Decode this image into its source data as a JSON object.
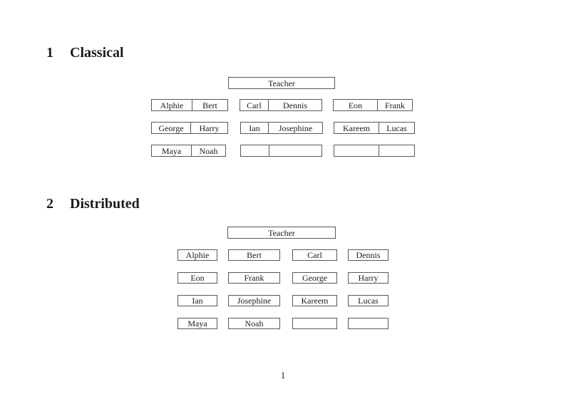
{
  "colors": {
    "page-bg": "#ffffff",
    "border": "#585858",
    "text": "#1b1b1b"
  },
  "sections": [
    {
      "heading_number": "1",
      "heading_title": "Classical",
      "teacher_label": "Teacher",
      "desks": [
        [
          [
            "Alphie",
            "Bert"
          ],
          [
            "Carl",
            "Dennis"
          ],
          [
            "Eon",
            "Frank"
          ]
        ],
        [
          [
            "George",
            "Harry"
          ],
          [
            "Ian",
            "Josephine"
          ],
          [
            "Kareem",
            "Lucas"
          ]
        ],
        [
          [
            "Maya",
            "Noah"
          ],
          [
            "",
            ""
          ],
          [
            "",
            ""
          ]
        ]
      ]
    },
    {
      "heading_number": "2",
      "heading_title": "Distributed",
      "teacher_label": "Teacher",
      "desks": [
        [
          "Alphie",
          "Bert",
          "Carl",
          "Dennis"
        ],
        [
          "Eon",
          "Frank",
          "George",
          "Harry"
        ],
        [
          "Ian",
          "Josephine",
          "Kareem",
          "Lucas"
        ],
        [
          "Maya",
          "Noah",
          "",
          ""
        ]
      ]
    }
  ],
  "footer": {
    "page_number": "1"
  }
}
